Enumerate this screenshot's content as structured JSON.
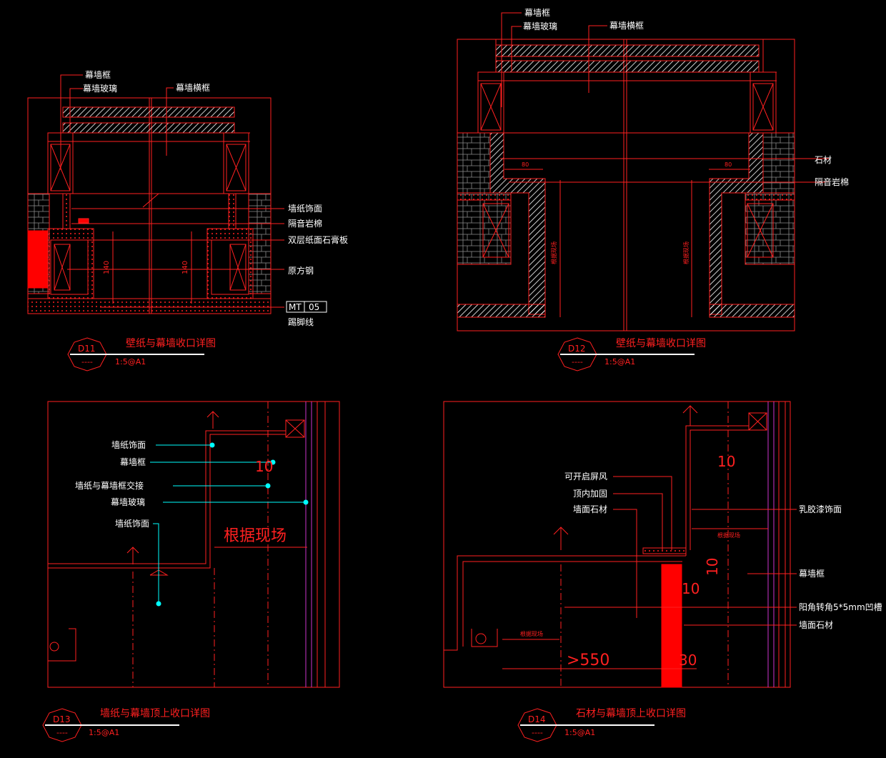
{
  "colors": {
    "background": "#000000",
    "line": "#ff2020",
    "text": "#ffffff",
    "leader": "#00ffff",
    "glass": "#cc33cc",
    "fill": "#ff0000"
  },
  "d11": {
    "id": "D11",
    "sub": "----",
    "title": "壁纸与幕墙收口详图",
    "scale": "1:5@A1",
    "labels": {
      "frame": "幕墙框",
      "glass": "幕墙玻璃",
      "transom": "幕墙横框",
      "wallpaper": "墙纸饰面",
      "wool": "隔音岩棉",
      "gypsum": "双层纸面石膏板",
      "steel": "原方钢",
      "skirting": "踢脚线"
    },
    "tag": {
      "left": "MT",
      "right": "05"
    },
    "dims": {
      "left": "140",
      "right": "140"
    }
  },
  "d12": {
    "id": "D12",
    "sub": "----",
    "title": "壁纸与幕墙收口详图",
    "scale": "1:5@A1",
    "labels": {
      "frame": "幕墙框",
      "glass": "幕墙玻璃",
      "transom": "幕墙横框",
      "stone": "石材",
      "wool": "隔音岩棉"
    },
    "dims": {
      "a": "80",
      "b": "80",
      "site_left": "根据现场",
      "site_right": "根据现场"
    }
  },
  "d13": {
    "id": "D13",
    "sub": "----",
    "title": "墙纸与幕墙顶上收口详图",
    "scale": "1:5@A1",
    "labels": {
      "wallpaper1": "墙纸饰面",
      "frame": "幕墙框",
      "joint": "墙纸与幕墙框交接",
      "glass": "幕墙玻璃",
      "wallpaper2": "墙纸饰面"
    },
    "dims": {
      "ten": "10",
      "site": "根据现场"
    }
  },
  "d14": {
    "id": "D14",
    "sub": "----",
    "title": "石材与幕墙顶上收口详图",
    "scale": "1:5@A1",
    "labels": {
      "screen": "可开启屏风",
      "reinforce": "顶内加固",
      "stone1": "墙面石材",
      "latex": "乳胶漆饰面",
      "frame": "幕墙框",
      "groove": "阳角转角5*5mm凹槽",
      "stone2": "墙面石材"
    },
    "dims": {
      "ten_a": "10",
      "ten_b": "10",
      "ten_c": "10",
      "gt550": ">550",
      "thirty": "30",
      "site_a": "根据现场",
      "site_b": "根据现场"
    }
  }
}
